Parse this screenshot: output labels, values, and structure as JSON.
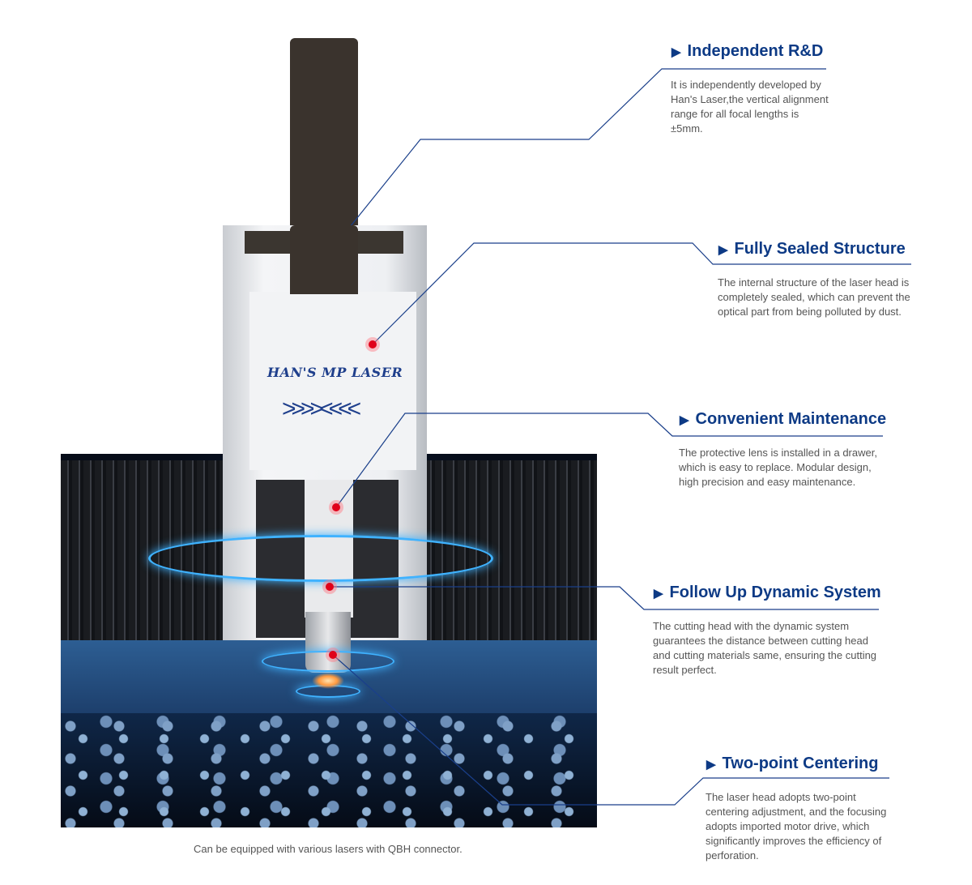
{
  "brand": {
    "logo_text": "HAN'S MP LASER",
    "logo_mark": ">>>><<<<"
  },
  "features": [
    {
      "title": "Independent R&D",
      "text": "It is independently developed by Han's Laser,the vertical alignment range for all focal lengths is ±5mm."
    },
    {
      "title": "Fully Sealed Structure",
      "text": "The internal structure of the laser head is completely sealed, which can prevent the optical part from being polluted by dust."
    },
    {
      "title": "Convenient Maintenance",
      "text": "The protective lens is installed in a drawer, which is easy to replace. Modular design, high precision and easy maintenance."
    },
    {
      "title": "Follow Up Dynamic System",
      "text": "The cutting head with the dynamic system guarantees the  distance between cutting head and cutting materials same,  ensuring the cutting result perfect."
    },
    {
      "title": "Two-point Centering",
      "text": "The laser head adopts two-point centering adjustment, and the focusing adopts imported motor drive, which significantly improves the efficiency of perforation."
    }
  ],
  "caption": "Can be equipped with various lasers with QBH connector.",
  "colors": {
    "accent": "#0d3a85",
    "dot": "#e0001a",
    "line": "#1a3f8a"
  },
  "icons": {
    "bullet": "triangle-right-icon"
  }
}
